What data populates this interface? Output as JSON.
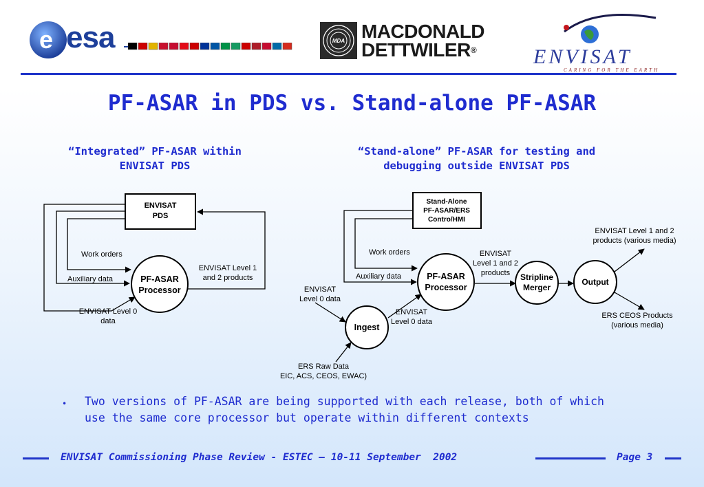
{
  "header": {
    "esa_logo_text": "esa",
    "macdonald_line1": "MACDONALD",
    "macdonald_line2": "DETTWILER",
    "registered_mark": "®",
    "mda_mark": "MDA",
    "envisat_logo_text": "ENVISAT",
    "envisat_tagline": "CARING FOR THE EARTH",
    "flag_colors": [
      "#000000",
      "#cc0000",
      "#e2b400",
      "#c8102e",
      "#c60c30",
      "#e30a17",
      "#cc0000",
      "#003399",
      "#0055a4",
      "#009246",
      "#169b62",
      "#cc0000",
      "#ae1c28",
      "#c60c30",
      "#006aa7",
      "#d52b1e"
    ]
  },
  "title": "PF-ASAR in PDS vs. Stand-alone PF-ASAR",
  "left_heading": [
    "“Integrated” PF-ASAR within",
    "ENVISAT PDS"
  ],
  "right_heading": [
    "“Stand-alone” PF-ASAR for testing and",
    "debugging outside ENVISAT PDS"
  ],
  "left_diagram": {
    "pds_box": [
      "ENVISAT",
      "PDS"
    ],
    "processor": [
      "PF-ASAR",
      "Processor"
    ],
    "work_orders": "Work orders",
    "auxiliary_data": "Auxiliary data",
    "level0": [
      "ENVISAT Level 0",
      "data"
    ],
    "level12": [
      "ENVISAT Level 1",
      "and 2 products"
    ]
  },
  "right_diagram": {
    "control_box": [
      "Stand-Alone",
      "PF-ASAR/ERS",
      "Contro/HMI"
    ],
    "processor": [
      "PF-ASAR",
      "Processor"
    ],
    "ingest": "Ingest",
    "stripline": [
      "Stripline",
      "Merger"
    ],
    "output": "Output",
    "work_orders": "Work orders",
    "auxiliary_data": "Auxiliary data",
    "level0_in": [
      "ENVISAT",
      "Level 0 data"
    ],
    "level0_out": [
      "ENVISAT",
      "Level 0 data"
    ],
    "level12": [
      "ENVISAT",
      "Level 1 and 2",
      "products"
    ],
    "ers_raw": [
      "ERS Raw Data",
      "EIC, ACS, CEOS, EWAC)"
    ],
    "output_level12": [
      "ENVISAT Level 1 and 2",
      "products (various media)"
    ],
    "output_ers": [
      "ERS CEOS Products",
      "(various media)"
    ]
  },
  "bullet": {
    "marker": "•",
    "lines": [
      "Two versions of PF-ASAR are being supported with each release, both of which",
      "use the same core processor but operate within different contexts"
    ]
  },
  "footer": {
    "text": "ENVISAT Commissioning Phase Review - ESTEC – 10-11 September  2002",
    "page_label": "Page",
    "page_number": "3"
  },
  "colors": {
    "accent_blue": "#1f2ccf",
    "rule_blue": "#1f34c9",
    "esa_blue": "#1d3f9a"
  }
}
